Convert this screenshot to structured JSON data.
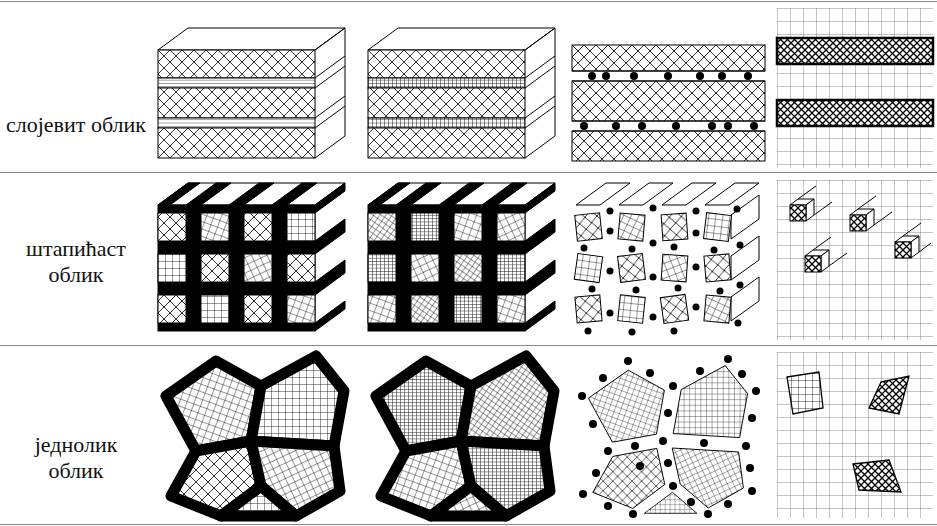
{
  "diagram": {
    "labels": [
      "слојевит облик",
      "штапићаст облик",
      "једнолик облик"
    ]
  }
}
